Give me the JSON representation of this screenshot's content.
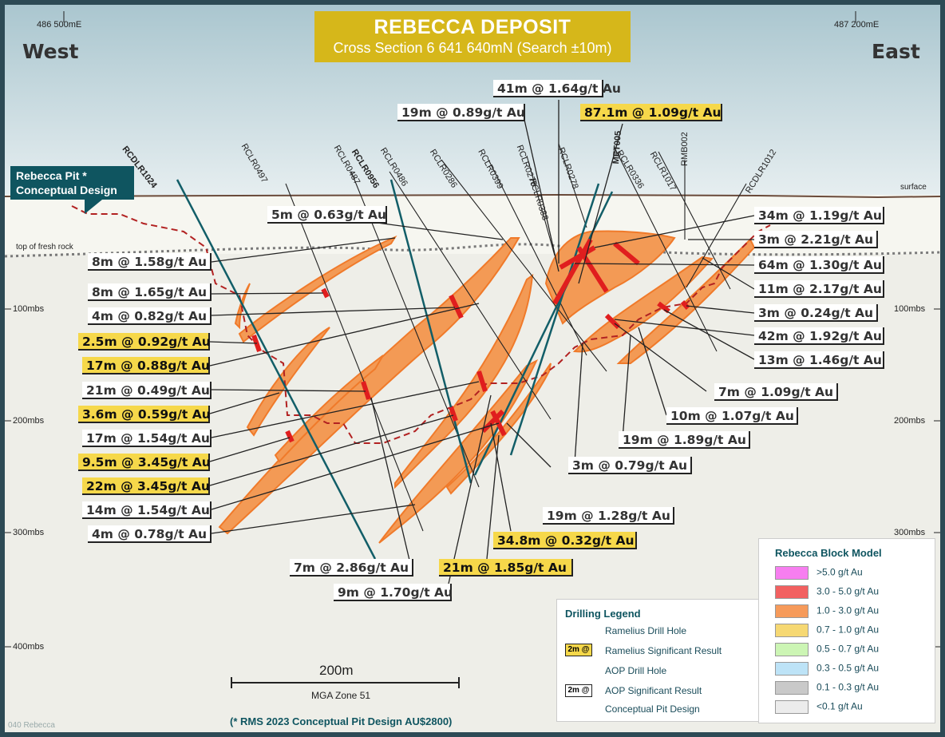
{
  "title": {
    "main": "REBECCA DEPOSIT",
    "sub": "Cross Section 6 641 640mN (Search ±10m)"
  },
  "directions": {
    "west": "West",
    "east": "East"
  },
  "eastings": {
    "left": "486 500mE",
    "right": "487 200mE"
  },
  "depths_left": [
    "100mbs",
    "200mbs",
    "300mbs",
    "400mbs"
  ],
  "depths_right": [
    "100mbs",
    "200mbs",
    "300mbs",
    "400mbs"
  ],
  "surface_label": "surface",
  "fresh_rock_label": "top of fresh rock",
  "pit_callout": {
    "line1": "Rebecca Pit *",
    "line2": "Conceptual Design"
  },
  "holes": [
    "RCDLR1024",
    "RCLR0497",
    "RCLR0487",
    "RCLR0956",
    "RCLR0486",
    "RCLR0286",
    "RCLR0399",
    "RCLR0278",
    "RCLR0388",
    "RCLR0278",
    "MET005",
    "RCLR0336",
    "RCLR1017",
    "RMB002",
    "RCDLR1012"
  ],
  "results_left": [
    {
      "text": "8m @ 1.58g/t Au",
      "yellow": false
    },
    {
      "text": "8m @ 1.65g/t Au",
      "yellow": false
    },
    {
      "text": "4m @ 0.82g/t Au",
      "yellow": false
    },
    {
      "text": "2.5m @ 0.92g/t Au",
      "yellow": true
    },
    {
      "text": "17m @ 0.88g/t Au",
      "yellow": true
    },
    {
      "text": "21m @ 0.49g/t Au",
      "yellow": false
    },
    {
      "text": "3.6m @ 0.59g/t Au",
      "yellow": true
    },
    {
      "text": "17m @ 1.54g/t Au",
      "yellow": false
    },
    {
      "text": "9.5m @ 3.45g/t Au",
      "yellow": true
    },
    {
      "text": "22m @ 3.45g/t Au",
      "yellow": true
    },
    {
      "text": "14m @ 1.54g/t Au",
      "yellow": false
    },
    {
      "text": "4m @ 0.78g/t Au",
      "yellow": false
    }
  ],
  "results_right": [
    {
      "text": "34m @ 1.19g/t Au",
      "yellow": false
    },
    {
      "text": "3m @ 2.21g/t Au",
      "yellow": false
    },
    {
      "text": "64m @ 1.30g/t Au",
      "yellow": false
    },
    {
      "text": "11m @ 2.17g/t Au",
      "yellow": false
    },
    {
      "text": "3m @ 0.24g/t Au",
      "yellow": false
    },
    {
      "text": "42m @ 1.92g/t Au",
      "yellow": false
    },
    {
      "text": "13m @ 1.46g/t Au",
      "yellow": false
    }
  ],
  "results_top": [
    {
      "text": "41m @ 1.64g/t Au",
      "yellow": false
    },
    {
      "text": "19m @ 0.89g/t Au",
      "yellow": false
    },
    {
      "text": "87.1m @ 1.09g/t Au",
      "yellow": true
    },
    {
      "text": "5m @ 0.63g/t Au",
      "yellow": false
    }
  ],
  "results_bottom": [
    {
      "text": "7m @ 1.09g/t Au",
      "yellow": false
    },
    {
      "text": "10m @ 1.07g/t Au",
      "yellow": false
    },
    {
      "text": "19m @ 1.89g/t Au",
      "yellow": false
    },
    {
      "text": "3m @ 0.79g/t Au",
      "yellow": false
    },
    {
      "text": "19m @ 1.28g/t Au",
      "yellow": false
    },
    {
      "text": "34.8m @ 0.32g/t Au",
      "yellow": true
    },
    {
      "text": "21m @ 1.85g/t Au",
      "yellow": true
    },
    {
      "text": "7m @ 2.86g/t Au",
      "yellow": false
    },
    {
      "text": "9m @ 1.70g/t Au",
      "yellow": false
    }
  ],
  "scale": {
    "label": "200m",
    "zone": "MGA Zone 51"
  },
  "footnote": "(* RMS 2023 Conceptual Pit Design AU$2800)",
  "corner_tag": "040 Rebecca",
  "drilling_legend": {
    "title": "Drilling Legend",
    "items": [
      "Ramelius Drill Hole",
      "Ramelius Significant Result",
      "AOP Drill Hole",
      "AOP Significant Result",
      "Conceptual Pit Design"
    ],
    "sample": "2m @"
  },
  "block_model": {
    "title": "Rebecca Block Model",
    "items": [
      {
        "label": ">5.0 g/t Au",
        "color": "#f77ef0"
      },
      {
        "label": "3.0 - 5.0 g/t Au",
        "color": "#f26060"
      },
      {
        "label": "1.0 - 3.0 g/t Au",
        "color": "#f69a5a"
      },
      {
        "label": "0.7 - 1.0 g/t Au",
        "color": "#f6d873"
      },
      {
        "label": "0.5 - 0.7 g/t Au",
        "color": "#ccf5b4"
      },
      {
        "label": "0.3 - 0.5 g/t Au",
        "color": "#bde3f7"
      },
      {
        "label": "0.1 - 0.3 g/t Au",
        "color": "#c9c9c9"
      },
      {
        "label": "<0.1 g/t Au",
        "color": "#ececec"
      }
    ]
  },
  "colors": {
    "frame": "#2d4a55",
    "title_bg": "#d6b71a",
    "ramelius": "#125e68",
    "pit": "#b22222",
    "lode": "#f39a55",
    "lode_edge": "#f07a2a",
    "hit": "#e01e1e",
    "yellow_label": "#f6d84a"
  }
}
